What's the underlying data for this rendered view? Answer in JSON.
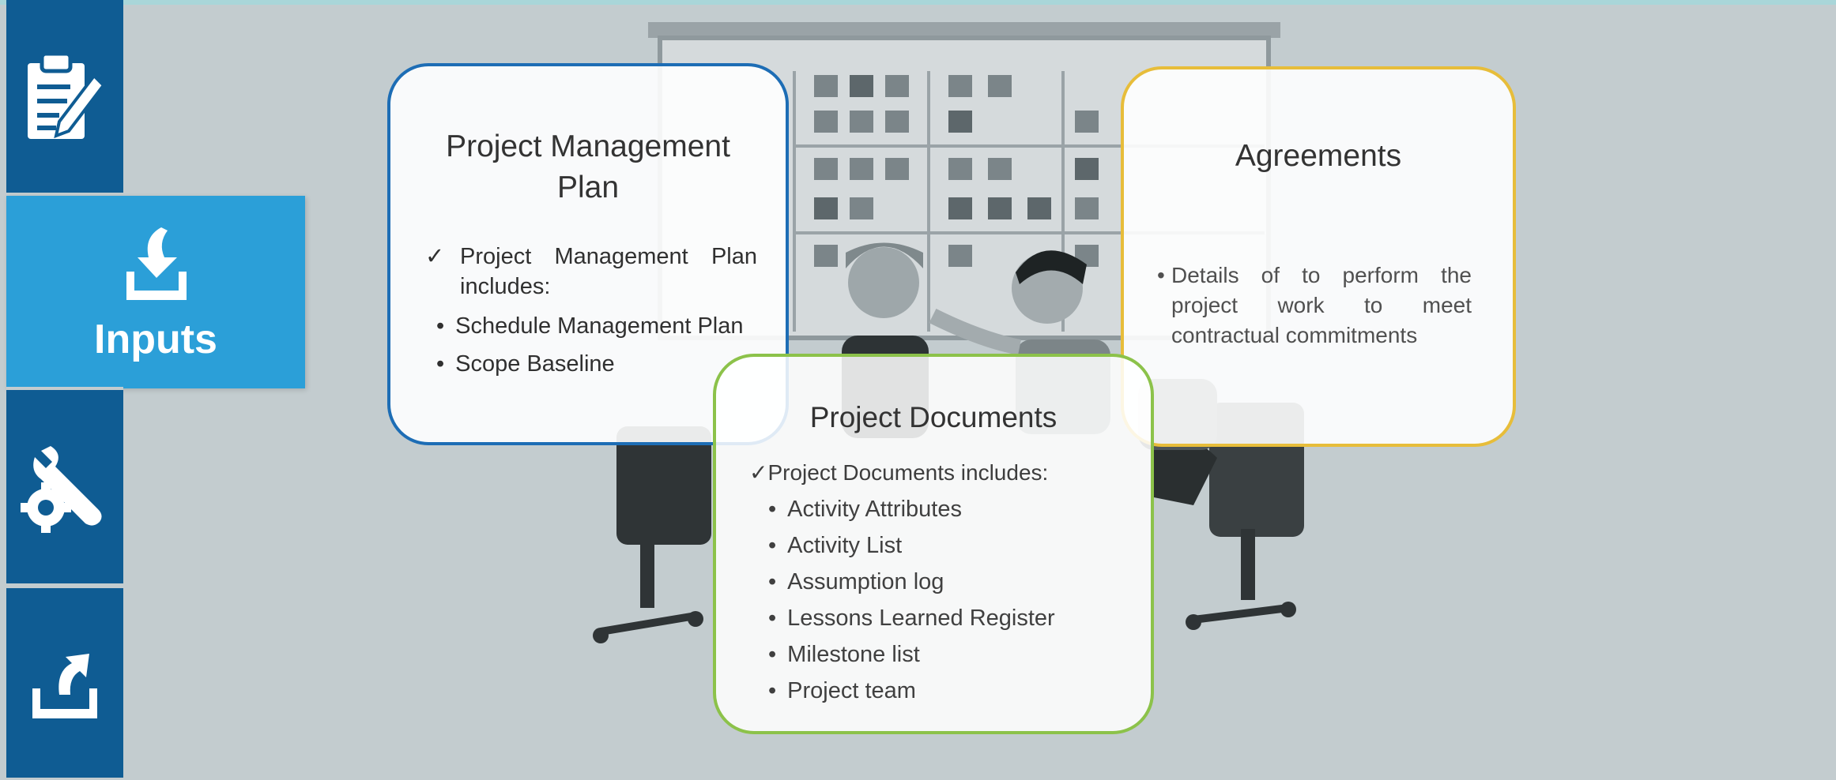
{
  "sidebar": {
    "items": [
      {
        "name": "planning",
        "icon": "clipboard-pencil-icon"
      },
      {
        "name": "inputs",
        "icon": "download-tray-icon",
        "label": "Inputs",
        "active": true
      },
      {
        "name": "tools",
        "icon": "gear-wrench-icon"
      },
      {
        "name": "outputs",
        "icon": "upload-tray-icon"
      }
    ]
  },
  "cards": {
    "pmp": {
      "title": "Project Management Plan",
      "check": "Project Management Plan includes:",
      "items": [
        "Schedule Management Plan",
        "Scope Baseline"
      ]
    },
    "agreements": {
      "title": "Agreements",
      "items": [
        "Details of to perform the project work to meet contractual commitments"
      ]
    },
    "documents": {
      "title": "Project Documents",
      "check": "Project Documents includes:",
      "items": [
        "Activity Attributes",
        "Activity List",
        "Assumption log",
        "Lessons Learned Register",
        "Milestone list",
        "Project team"
      ]
    }
  },
  "colors": {
    "sidebar": "#0f5c93",
    "active": "#2b9fd8",
    "pmp_border": "#1d6db5",
    "agreements_border": "#e7bd3a",
    "documents_border": "#8cc24a",
    "background": "#c3cccf"
  }
}
